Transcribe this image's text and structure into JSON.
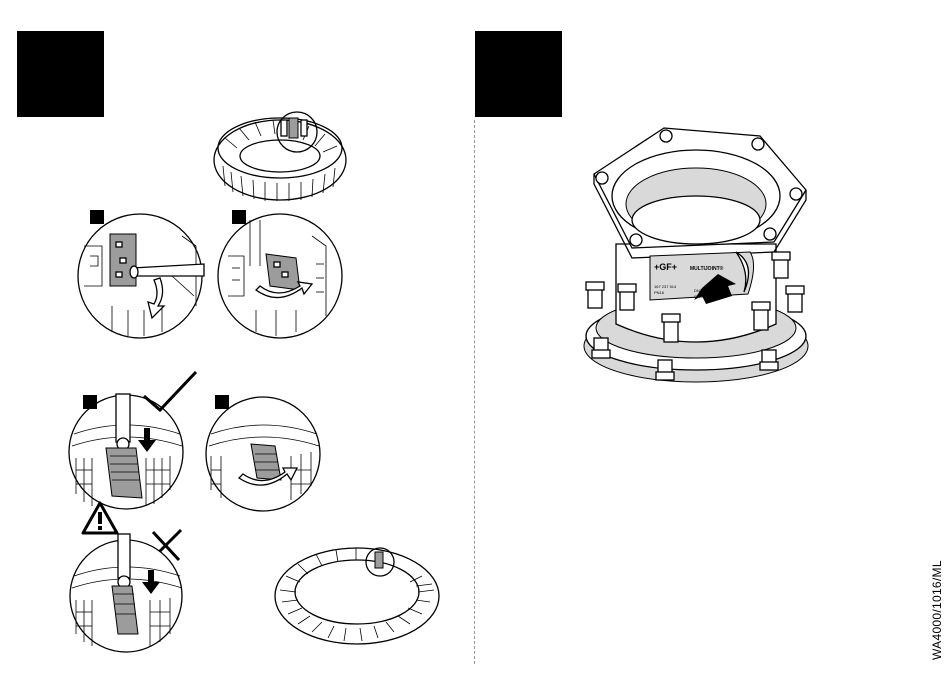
{
  "document": {
    "reference_code": "WA4000/1016/ML"
  },
  "right_panel": {
    "label": {
      "brand": "+GF+",
      "product": "MULTIJOINT®",
      "code": "167 237 514",
      "spec": "DN150 / 6\" 168-180",
      "line3": "PN16",
      "line4": "GR"
    }
  }
}
